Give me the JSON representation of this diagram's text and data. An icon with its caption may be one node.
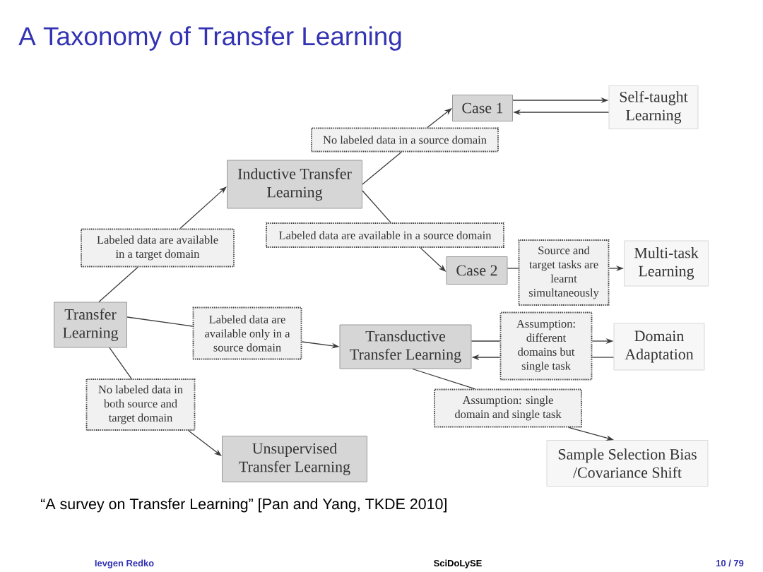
{
  "diagram": {
    "title": "A Taxonomy of Transfer Learning",
    "caption": "“A survey on Transfer Learning” [Pan and Yang, TKDE 2010]",
    "nodes": [
      {
        "text": [
          "Transfer Learning"
        ]
      },
      {
        "text": [
          "Inductive Transfer Learning"
        ]
      },
      {
        "text": [
          "Case 1"
        ]
      },
      {
        "text": [
          "Self-taught Learning"
        ]
      },
      {
        "text": [
          "No labeled data in a source domain"
        ]
      },
      {
        "text": [
          "Labeled data are available in a target domain"
        ]
      },
      {
        "text": [
          "Labeled data are available in a source domain"
        ]
      },
      {
        "text": [
          "Case 2"
        ]
      },
      {
        "text": [
          "Source and target tasks are learnt simultaneously"
        ]
      },
      {
        "text": [
          "Multi-task Learning"
        ]
      },
      {
        "text": [
          "Labeled data are available only in a source domain"
        ]
      },
      {
        "text": [
          "Transductive Transfer Learning"
        ]
      },
      {
        "text": [
          "Assumption: different domains but single task"
        ]
      },
      {
        "text": [
          "Domain Adaptation"
        ]
      },
      {
        "text": [
          "No labeled data in both source and target domain"
        ]
      },
      {
        "text": [
          "Assumption: single domain and single task"
        ]
      },
      {
        "text": [
          "Unsupervised Transfer Learning"
        ]
      },
      {
        "text": [
          "Sample Selection Bias /Covariance Shift"
        ]
      }
    ],
    "edges": [
      {
        "from": 0,
        "to": 5,
        "arrow": "none"
      },
      {
        "from": 5,
        "to": 1,
        "arrow": "to"
      },
      {
        "from": 1,
        "to": 4,
        "arrow": "none"
      },
      {
        "from": 4,
        "to": 2,
        "arrow": "to"
      },
      {
        "from": 2,
        "to": 3,
        "arrow": "to"
      },
      {
        "from": 3,
        "to": 2,
        "arrow": "to"
      },
      {
        "from": 1,
        "to": 6,
        "arrow": "none"
      },
      {
        "from": 6,
        "to": 7,
        "arrow": "to"
      },
      {
        "from": 7,
        "to": 8,
        "arrow": "none"
      },
      {
        "from": 8,
        "to": 9,
        "arrow": "to"
      },
      {
        "from": 0,
        "to": 10,
        "arrow": "none"
      },
      {
        "from": 10,
        "to": 11,
        "arrow": "to"
      },
      {
        "from": 11,
        "to": 12,
        "arrow": "none"
      },
      {
        "from": 12,
        "to": 13,
        "arrow": "to"
      },
      {
        "from": 13,
        "to": 12,
        "arrow": "none"
      },
      {
        "from": 12,
        "to": 11,
        "arrow": "to"
      },
      {
        "from": 0,
        "to": 14,
        "arrow": "none"
      },
      {
        "from": 14,
        "to": 16,
        "arrow": "to"
      },
      {
        "from": 11,
        "to": 15,
        "arrow": "none"
      },
      {
        "from": 15,
        "to": 17,
        "arrow": "to"
      }
    ],
    "labels": [
      "Ievgen Redko",
      "SciDoLySE",
      "10 / 79"
    ]
  }
}
